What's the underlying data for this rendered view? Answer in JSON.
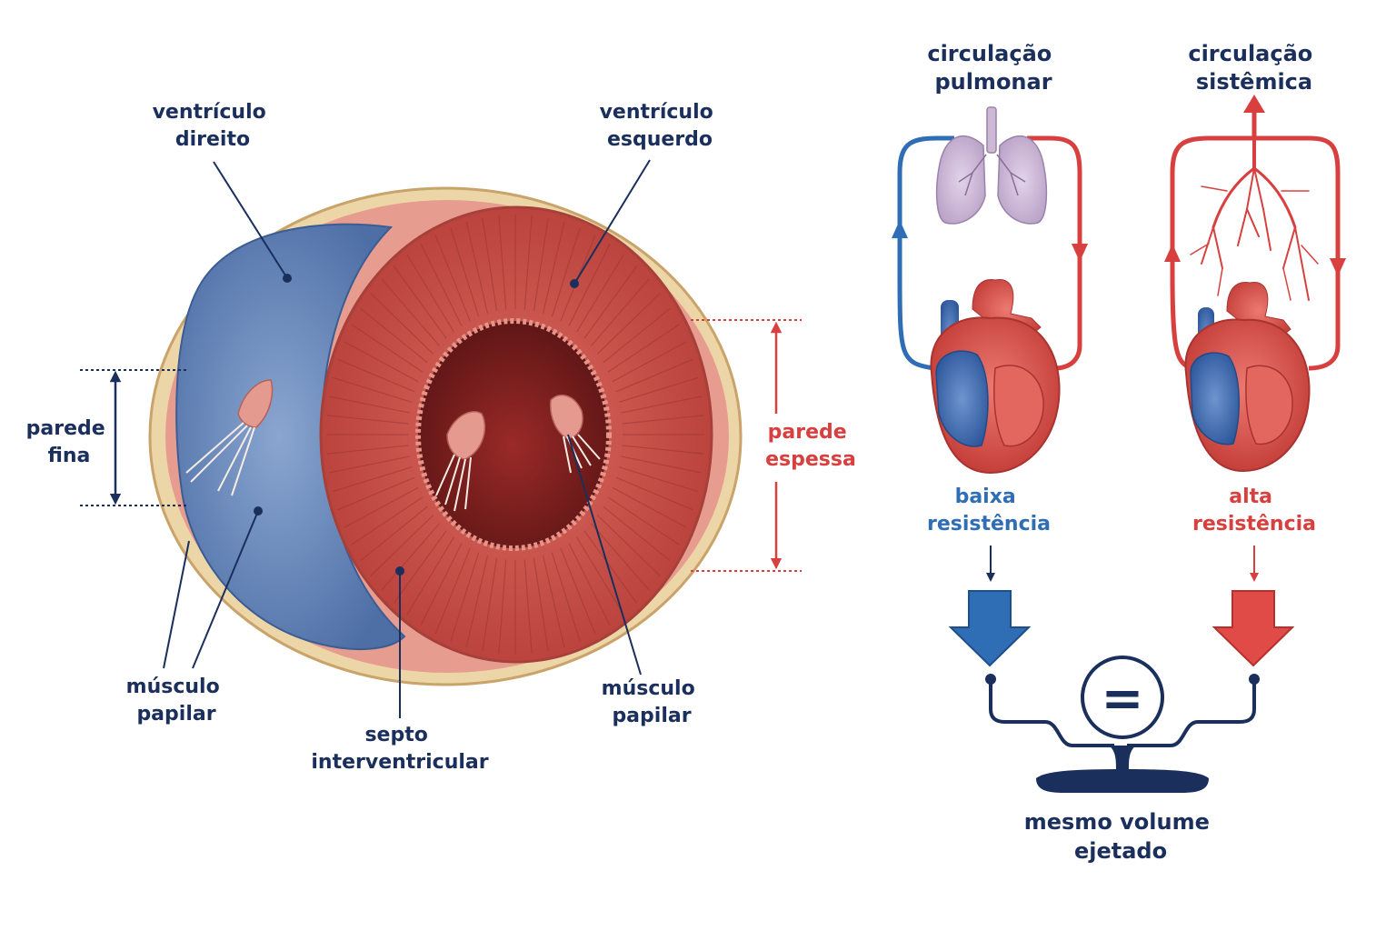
{
  "labels": {
    "right_ventricle": [
      "ventrículo",
      "direito"
    ],
    "left_ventricle": [
      "ventrículo",
      "esquerdo"
    ],
    "thin_wall": [
      "parede",
      "fina"
    ],
    "thick_wall": [
      "parede",
      "espessa"
    ],
    "papillary_left": [
      "músculo",
      "papilar"
    ],
    "papillary_right": [
      "músculo",
      "papilar"
    ],
    "septum": [
      "septo",
      "interventricular"
    ],
    "pulmonary": [
      "circulação",
      "pulmonar"
    ],
    "systemic": [
      "circulação",
      "sistêmica"
    ],
    "low_resistance": [
      "baixa",
      "resistência"
    ],
    "high_resistance": [
      "alta",
      "resistência"
    ],
    "same_volume": [
      "mesmo volume",
      "ejetado"
    ]
  },
  "balance_symbol": "=",
  "colors": {
    "navy": "#1a2f5c",
    "blue": "#2f6db5",
    "red": "#d8403f",
    "lung": "#cdb8d6",
    "myocardium": "#c9504a",
    "rv_blue": "#6f8fbf"
  }
}
